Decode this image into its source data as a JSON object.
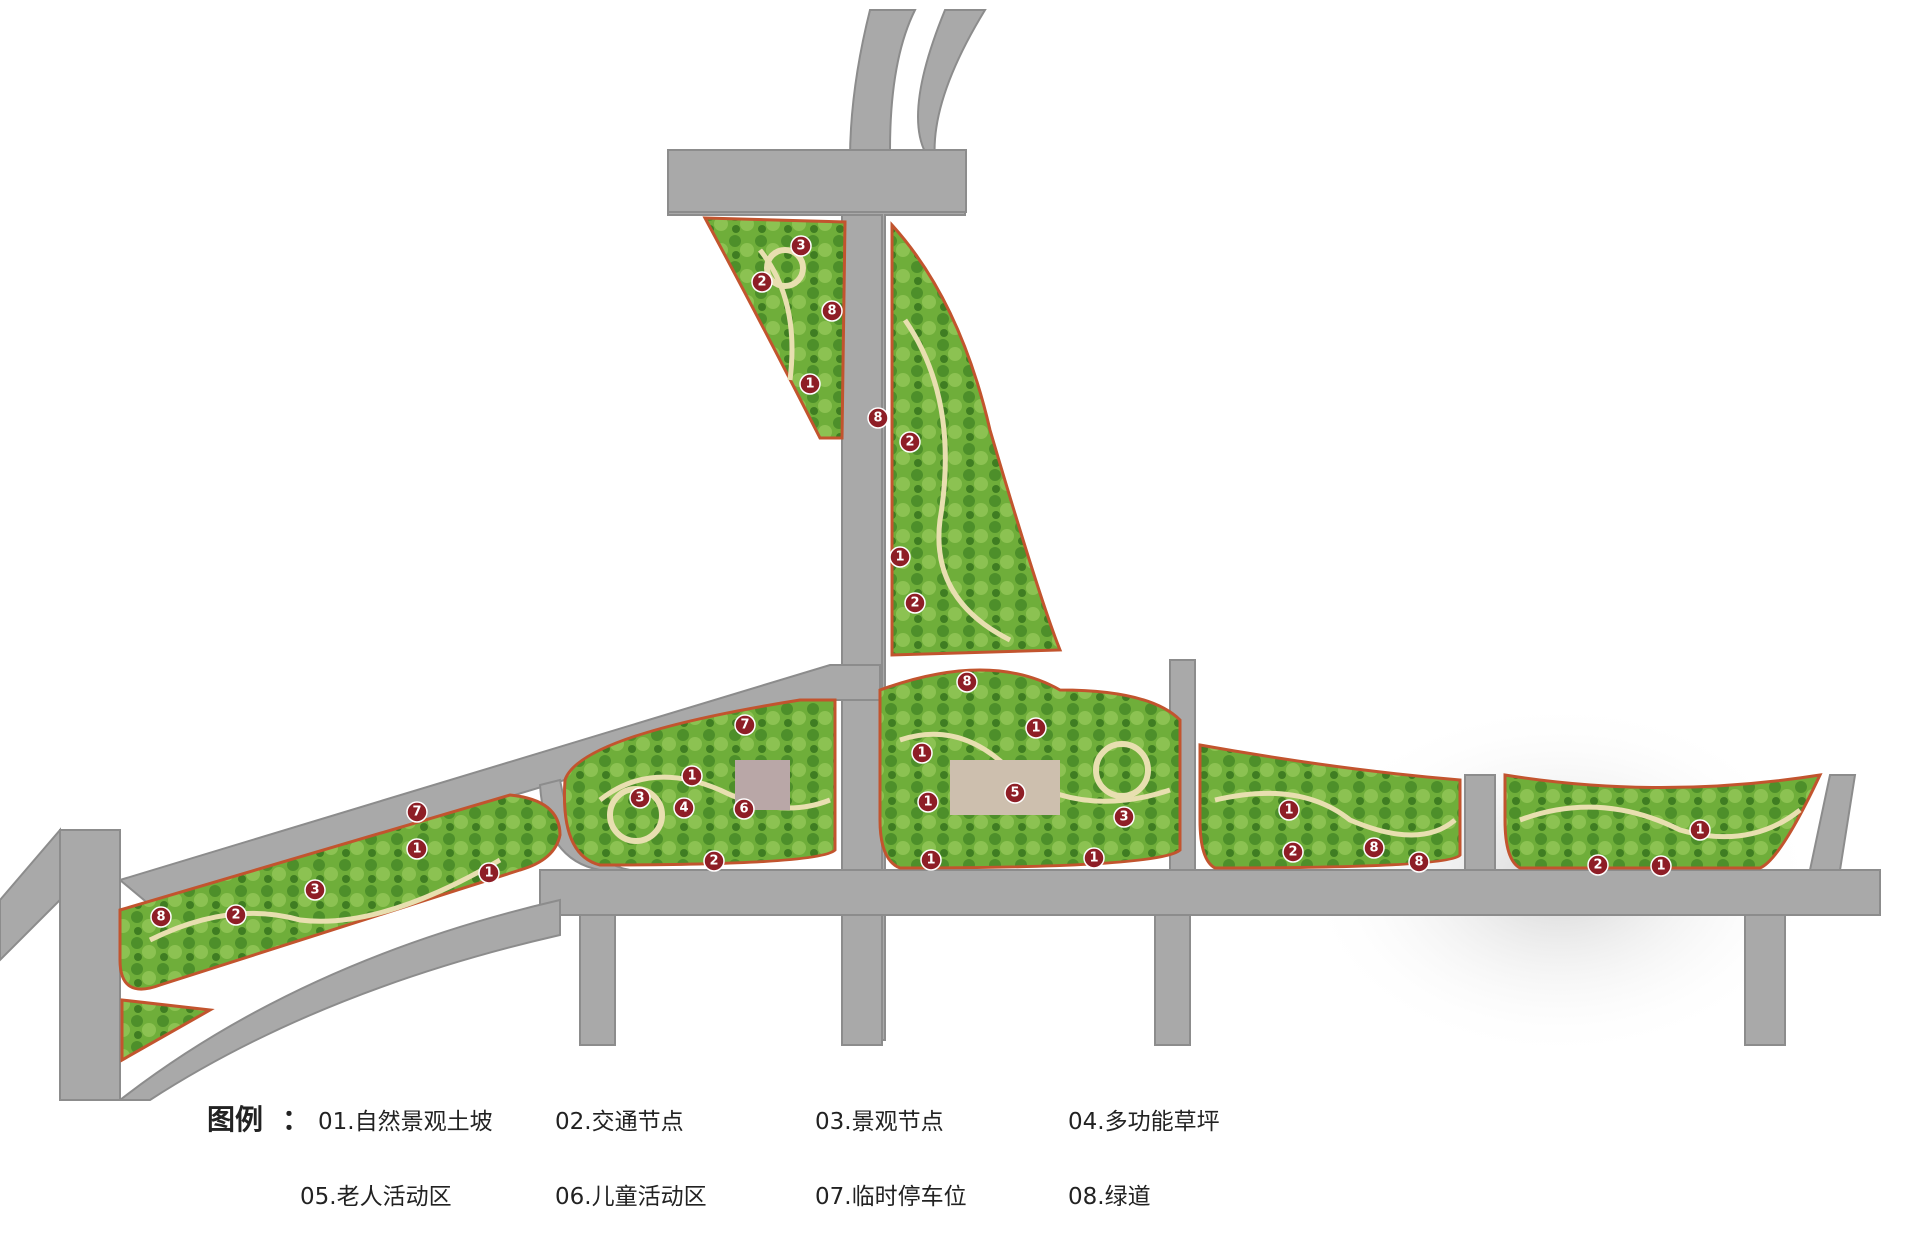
{
  "colors": {
    "road": "#a9a9a9",
    "road_edge": "#8c8c8c",
    "lawn": "#6fae3a",
    "lawn_dark": "#3f7d22",
    "path": "#e8dfb0",
    "marker": "#8e1e26",
    "plaza": "#b9a7a7"
  },
  "legend": {
    "title": "图例",
    "separator": "：",
    "items": [
      {
        "label": "01.自然景观土坡"
      },
      {
        "label": "02.交通节点"
      },
      {
        "label": "03.景观节点"
      },
      {
        "label": "04.多功能草坪"
      },
      {
        "label": "05.老人活动区"
      },
      {
        "label": "06.儿童活动区"
      },
      {
        "label": "07.临时停车位"
      },
      {
        "label": "08.绿道"
      }
    ]
  },
  "markers": [
    "3",
    "2",
    "8",
    "1",
    "8",
    "2",
    "1",
    "2",
    "8",
    "1",
    "7",
    "1",
    "3",
    "4",
    "6",
    "1",
    "1",
    "5",
    "3",
    "1",
    "1",
    "2",
    "7",
    "1",
    "3",
    "2",
    "8",
    "1",
    "2",
    "1",
    "8",
    "8",
    "2",
    "1",
    "1"
  ]
}
